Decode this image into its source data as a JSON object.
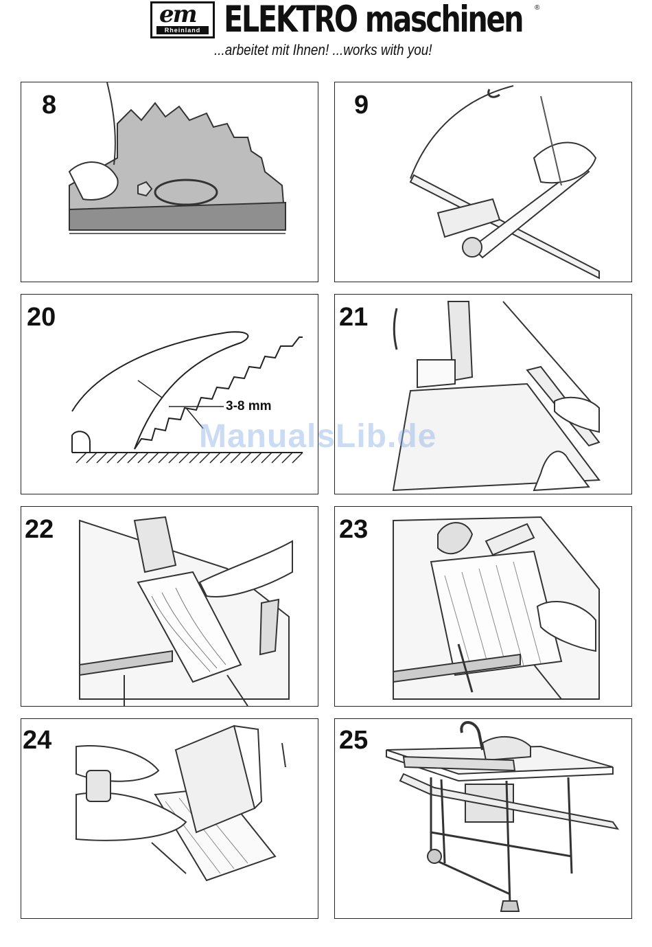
{
  "header": {
    "logo_mark": "em",
    "logo_subtext": "Rheinland",
    "brand_name": "ELEKTRO maschinen",
    "registered_mark": "®",
    "slogan": "...arbeitet mit Ihnen! ...works with you!"
  },
  "figures": [
    {
      "number": "8",
      "callout": ""
    },
    {
      "number": "9",
      "callout": ""
    },
    {
      "number": "20",
      "callout": "3-8 mm"
    },
    {
      "number": "21",
      "callout": ""
    },
    {
      "number": "22",
      "callout": ""
    },
    {
      "number": "23",
      "callout": ""
    },
    {
      "number": "24",
      "callout": ""
    },
    {
      "number": "25",
      "callout": ""
    }
  ],
  "watermark": "ManualsLib.de"
}
